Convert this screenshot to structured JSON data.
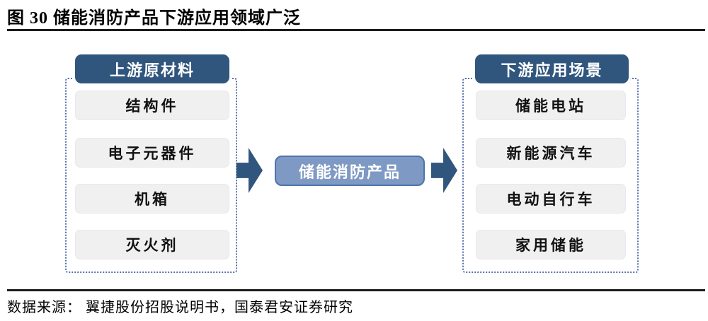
{
  "figure": {
    "title": "图 30 储能消防产品下游应用领域广泛",
    "source": "数据来源： 翼捷股份招股说明书，国泰君安证券研究"
  },
  "diagram": {
    "upstream": {
      "header": "上游原材料",
      "items": [
        "结构件",
        "电子元器件",
        "机箱",
        "灭火剂"
      ]
    },
    "center": {
      "label": "储能消防产品"
    },
    "downstream": {
      "header": "下游应用场景",
      "items": [
        "储能电站",
        "新能源汽车",
        "电动自行车",
        "家用储能"
      ]
    },
    "colors": {
      "header_bg": "#31567e",
      "arrow": "#31567e",
      "center_bg": "#7e99c3",
      "center_border": "#4d74ad",
      "item_bg": "#f0f0f0",
      "dashed_border": "#5570ad",
      "rule": "#1c1c1c"
    }
  }
}
